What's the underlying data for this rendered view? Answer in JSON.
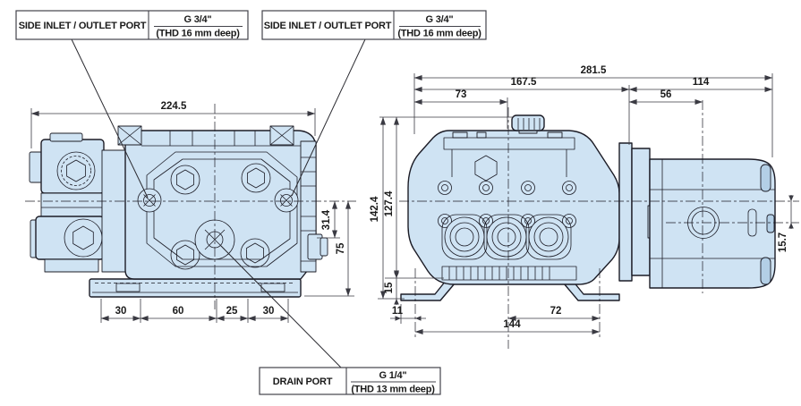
{
  "drawing_title": "pump-two-view-dimension-drawing",
  "callouts": {
    "side_port_left": {
      "title": "SIDE INLET / OUTLET PORT",
      "thread": "G 3/4\"",
      "depth": "(THD 16 mm deep)"
    },
    "side_port_right": {
      "title": "SIDE INLET / OUTLET PORT",
      "thread": "G 3/4\"",
      "depth": "(THD 16 mm deep)"
    },
    "drain_port": {
      "title": "DRAIN PORT",
      "thread": "G 1/4\"",
      "depth": "(THD 13 mm deep)"
    }
  },
  "side_view": {
    "overall_width": "224.5",
    "port_axis_offset": "31.4",
    "axis_to_base": "75",
    "base_seg_1": "30",
    "base_seg_2": "60",
    "base_seg_3": "25",
    "base_seg_4": "30"
  },
  "front_view": {
    "overall_length": "281.5",
    "pump_section": "167.5",
    "drive_section": "114",
    "port_from_left": "73",
    "hub_from_flange": "56",
    "overall_height": "142.4",
    "body_height": "127.4",
    "foot_height": "15",
    "foot_edge_to_bolt": "11",
    "bolt_to_center": "72",
    "bolt_span": "144",
    "axis_offset": "15.7"
  },
  "colors": {
    "body_fill": "#cfe3f3",
    "body_shade": "#b3cfe6",
    "outline": "#1c1c26",
    "dim": "#3a3a42",
    "txt": "#1a1a1a",
    "bg": "#ffffff"
  }
}
